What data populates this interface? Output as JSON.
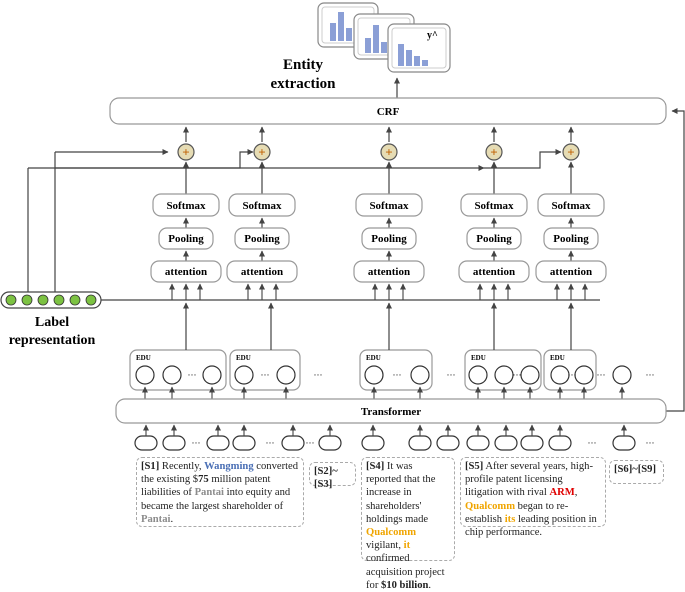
{
  "output": {
    "title_line1": "Entity",
    "title_line2": "extraction",
    "chart_axis_label": "y^"
  },
  "crf": {
    "label": "CRF"
  },
  "transformer": {
    "label": "Transformer"
  },
  "label_representation": {
    "line1": "Label",
    "line2": "representation"
  },
  "stack": {
    "softmax_label": "Softmax",
    "pooling_label": "Pooling",
    "attention_label": "attention",
    "plus_symbol": "+"
  },
  "edu": {
    "label": "EDU"
  },
  "ellipsis": "···",
  "colors": {
    "entity_blue": "#4a6fb5",
    "entity_gray": "#8c8c8c",
    "entity_orange": "#f0a500",
    "entity_red": "#e00000",
    "plus_fill": "#e6dcb4",
    "label_dot": "#7cc242",
    "bar_color": "#8b9fd6"
  },
  "sentences": {
    "s1": {
      "id": "[S1]",
      "p1": " Recently, ",
      "e1": "Wangming",
      "p2": " converted the existing $",
      "num1": "75",
      "p3": " million patent liabilities of ",
      "e2": "Pantai",
      "p4": " into equity and became the largest shareholder of ",
      "e3": "Pantai",
      "p5": "."
    },
    "s2_3": {
      "id": "[S2]~[S3]"
    },
    "s4": {
      "id": "[S4]",
      "p1": " It was reported that the increase in shareholders' holdings made ",
      "e1": "Qualcomm",
      "p2": " vigilant, ",
      "e2": "it",
      "p3": " confirmed acquisition project for ",
      "num1": "$10 billion",
      "p4": "."
    },
    "s5": {
      "id": "[S5]",
      "p1": " After several years, high-profile patent licensing litigation with rival ",
      "e1": "ARM",
      "p2": ", ",
      "e2": "Qualcomm",
      "p3": " began to re-establish ",
      "e3": "its",
      "p4": " leading position in chip performance."
    },
    "s6_9": {
      "id": "[S6]~[S9]"
    }
  }
}
